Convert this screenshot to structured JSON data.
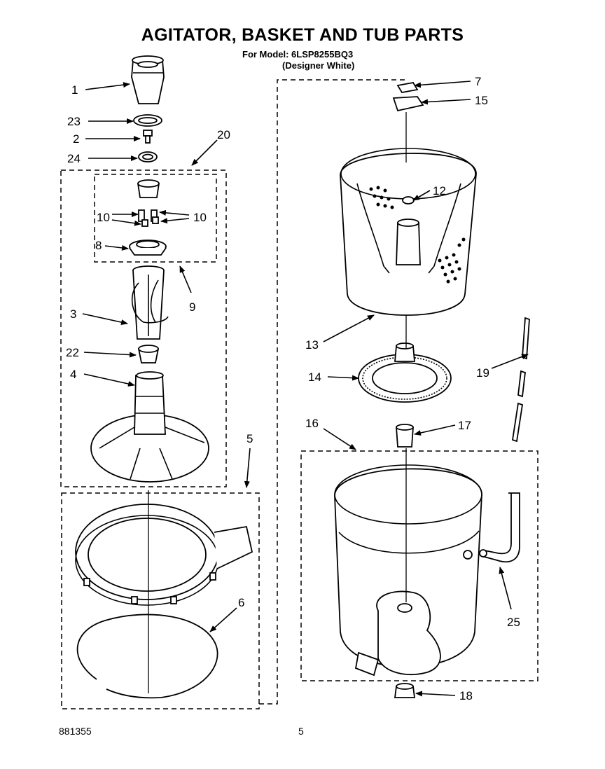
{
  "header": {
    "title": "AGITATOR, BASKET AND TUB PARTS",
    "model_line": "For Model: 6LSP8255BQ3",
    "color_line": "(Designer White)"
  },
  "footer": {
    "doc_number": "881355",
    "page_number": "5"
  },
  "callouts": [
    "1",
    "23",
    "2",
    "24",
    "20",
    "10",
    "10",
    "8",
    "9",
    "3",
    "22",
    "4",
    "5",
    "6",
    "7",
    "15",
    "12",
    "13",
    "14",
    "19",
    "16",
    "17",
    "25",
    "18"
  ]
}
